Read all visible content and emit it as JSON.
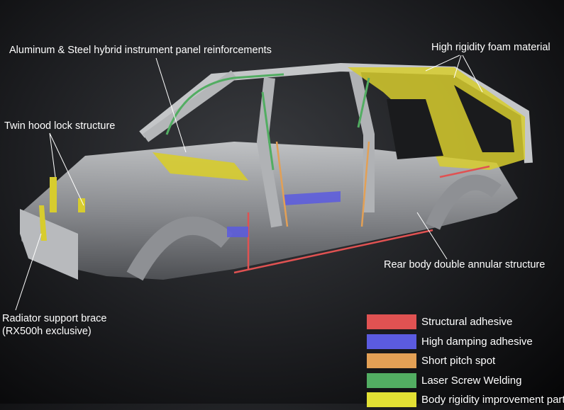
{
  "annotations": {
    "panel_reinforcements": "Aluminum & Steel hybrid instrument panel reinforcements",
    "foam": "High rigidity foam material",
    "hood_lock": "Twin hood lock structure",
    "rear_body": "Rear body double annular structure",
    "radiator_line1": "Radiator support brace",
    "radiator_line2": "(RX500h exclusive)"
  },
  "legend": [
    {
      "label": "Structural adhesive",
      "color": "#e05252"
    },
    {
      "label": "High damping adhesive",
      "color": "#5b5be0"
    },
    {
      "label": "Short pitch spot",
      "color": "#e3a055"
    },
    {
      "label": "Laser Screw Welding",
      "color": "#52ad62"
    },
    {
      "label": "Body rigidity improvement part",
      "color": "#e2e034"
    }
  ]
}
